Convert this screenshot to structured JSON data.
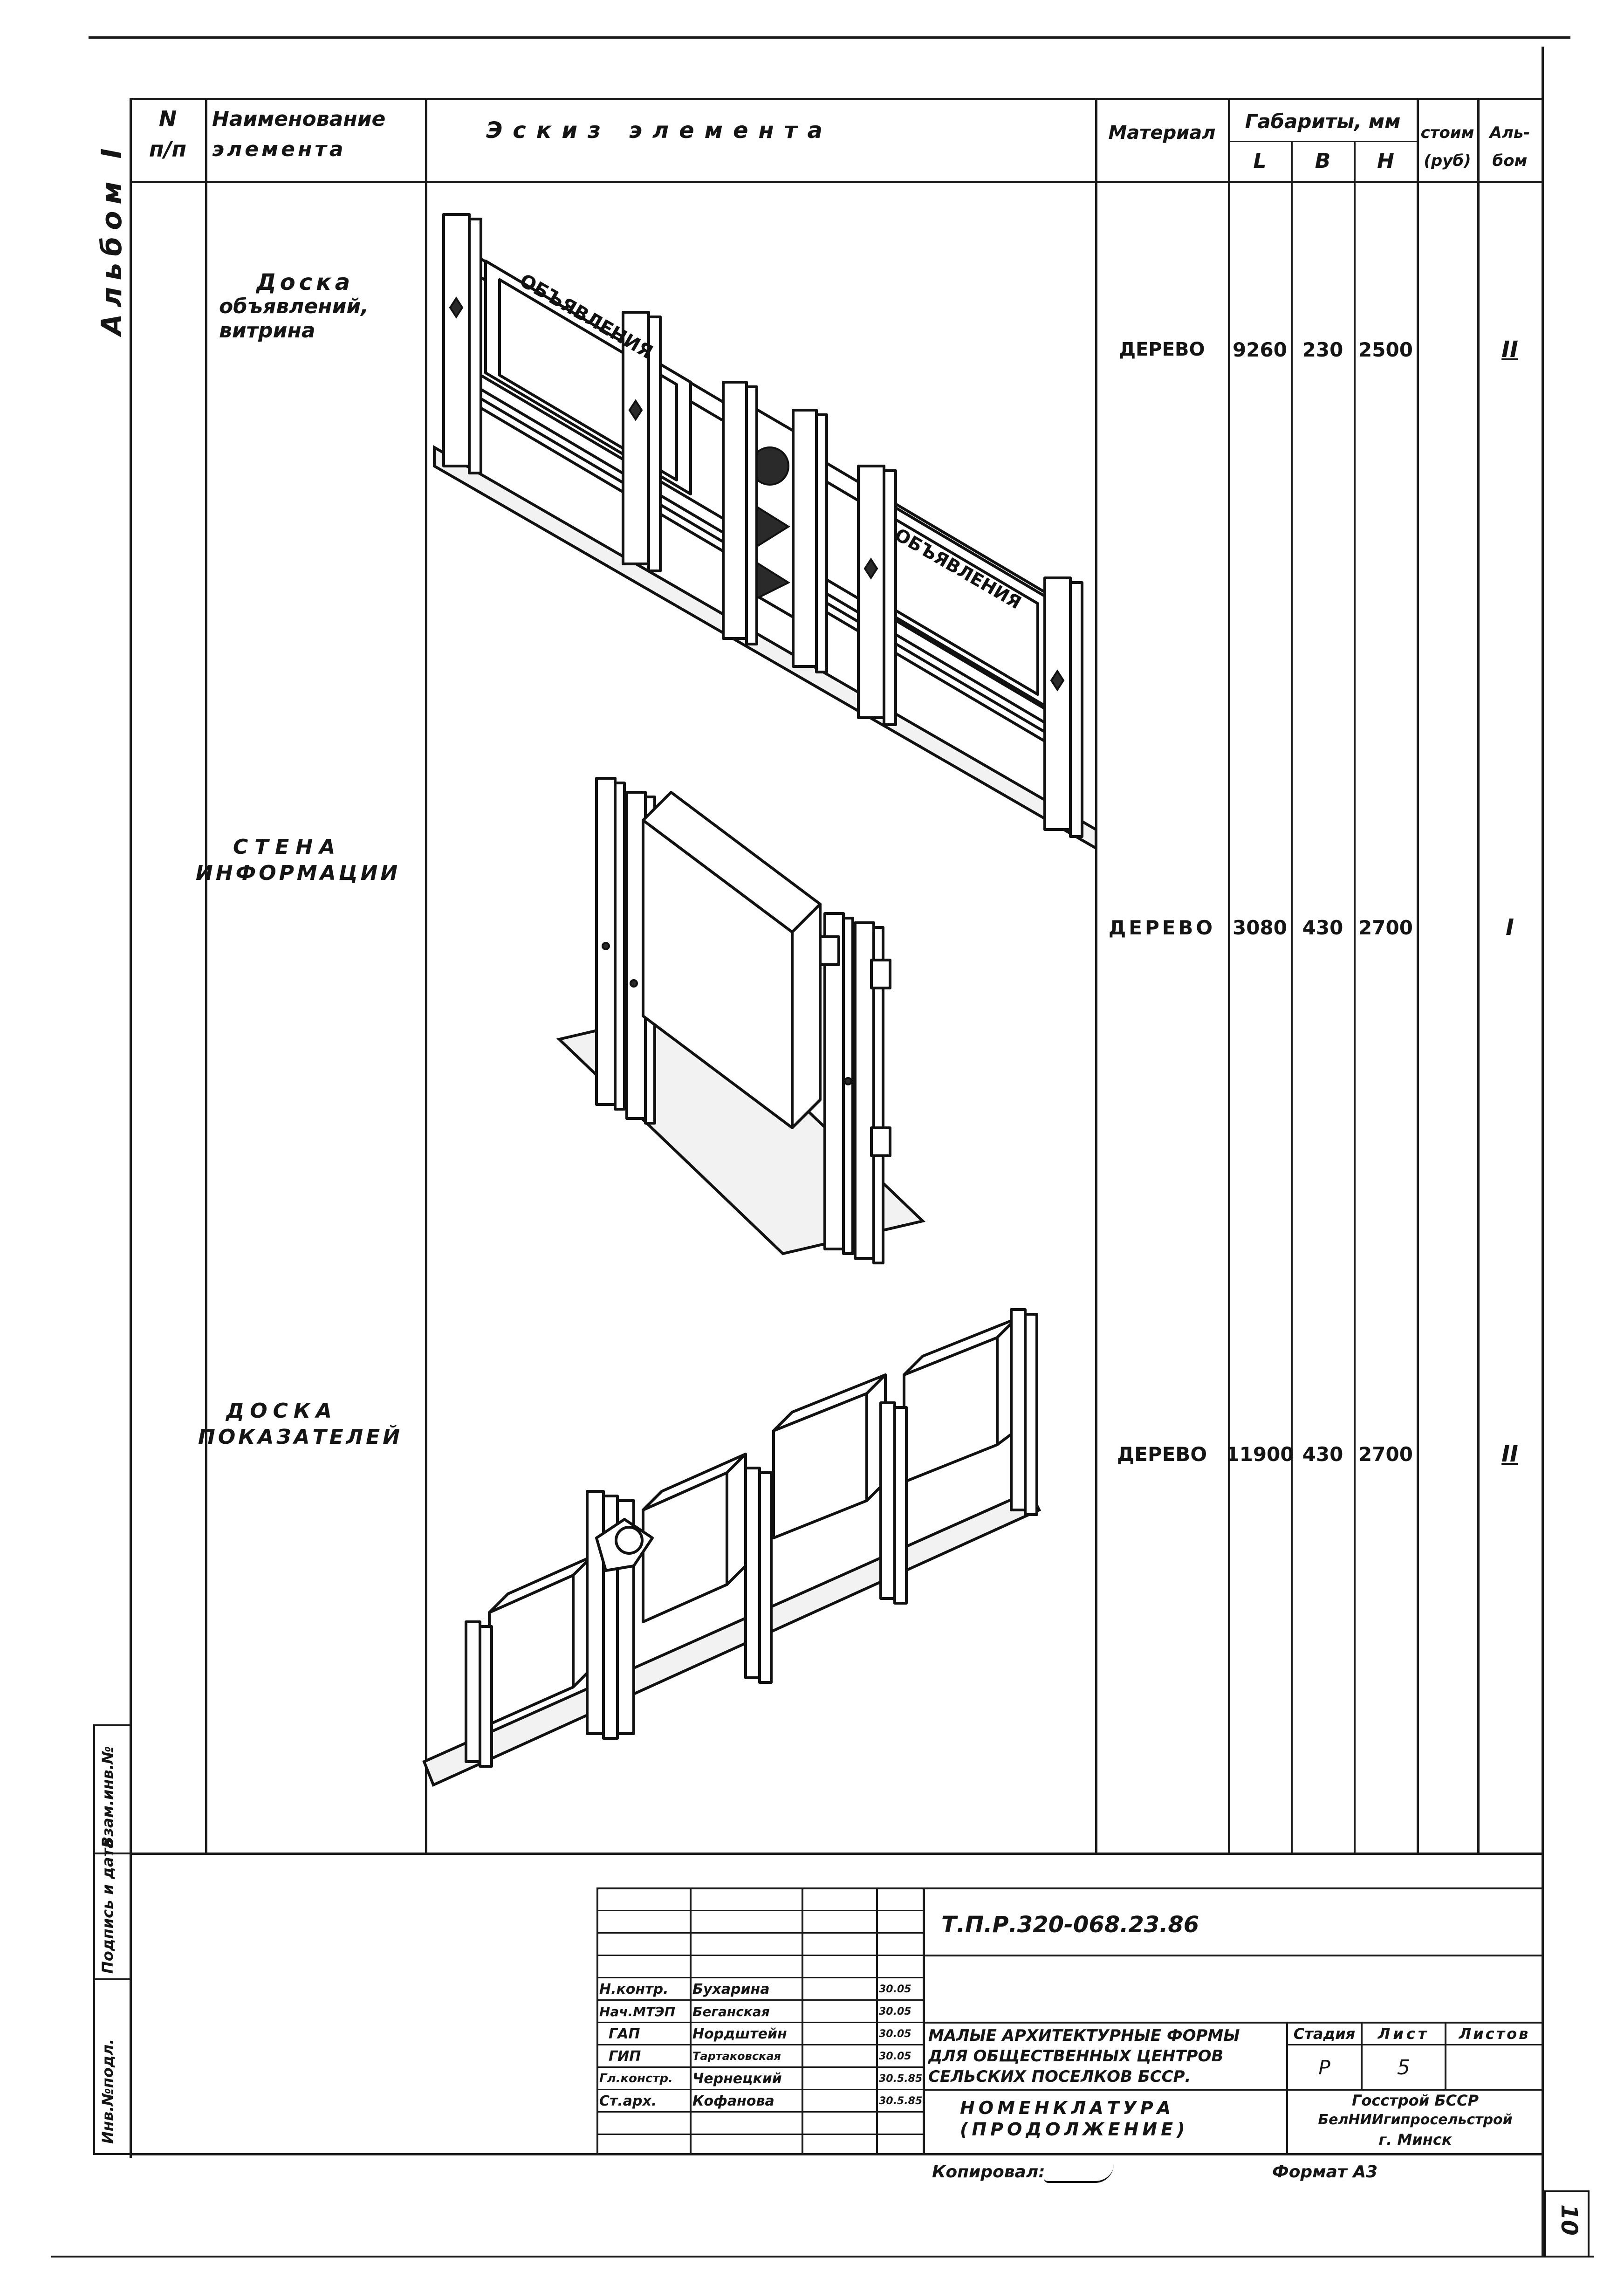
{
  "side_label": "Альбом I",
  "header": {
    "no": "N",
    "no2": "п/п",
    "name": "Наименование",
    "name2": "элемента",
    "sketch": "Эскиз элемента",
    "material": "Материал",
    "dims": "Габариты, мм",
    "L": "L",
    "B": "В",
    "H": "Н",
    "cost": "стоим",
    "cost2": "(руб)",
    "album": "Аль-",
    "album2": "бом"
  },
  "rows": [
    {
      "name": [
        "Доска",
        "объявлений,",
        "витрина"
      ],
      "material": "ДЕРЕВО",
      "L": "9260",
      "B": "230",
      "H": "2500",
      "cost": "",
      "album": "II",
      "sign_text": "ОБЪЯВЛЕНИЯ"
    },
    {
      "name": [
        "стена",
        "информации"
      ],
      "material": "ДЕРЕВО",
      "L": "3080",
      "B": "430",
      "H": "2700",
      "cost": "",
      "album": "I"
    },
    {
      "name": [
        "доска",
        "показателей"
      ],
      "material": "ДЕРЕВО",
      "L": "11900",
      "B": "430",
      "H": "2700",
      "cost": "",
      "album": "II"
    }
  ],
  "left_stamps": [
    "Инв.№подл.",
    "Подпись и дата",
    "Взам.инв.№"
  ],
  "title_block": {
    "code": "Т.П.Р.320-068.23.86",
    "people": [
      {
        "role": "Н.контр.",
        "name": "Бухарина",
        "date": "30.05"
      },
      {
        "role": "Нач.МТЭП",
        "name": "Беганская",
        "date": "30.05"
      },
      {
        "role": "ГАП",
        "name": "Нордштейн",
        "date": "30.05"
      },
      {
        "role": "ГИП",
        "name": "Тартаковская",
        "date": "30.05"
      },
      {
        "role": "Гл.констр.",
        "name": "Чернецкий",
        "date": "30.5.85"
      },
      {
        "role": "Ст.арх.",
        "name": "Кофанова",
        "date": "30.5.85"
      }
    ],
    "project_title": [
      "Малые архитектурные формы",
      "для общественных центров",
      "сельских поселков БССР."
    ],
    "stage_label": "Стадия",
    "sheet_label": "Лист",
    "sheets_label": "Листов",
    "stage": "Р",
    "sheet": "5",
    "sheets": "",
    "doc_title": [
      "Номенклатура",
      "(продолжение)"
    ],
    "org": [
      "Госстрой БССР",
      "БелНИИгипросельстрой",
      "г. Минск"
    ]
  },
  "copied": "Копировал:",
  "format": "Формат А3",
  "page_number": "10"
}
